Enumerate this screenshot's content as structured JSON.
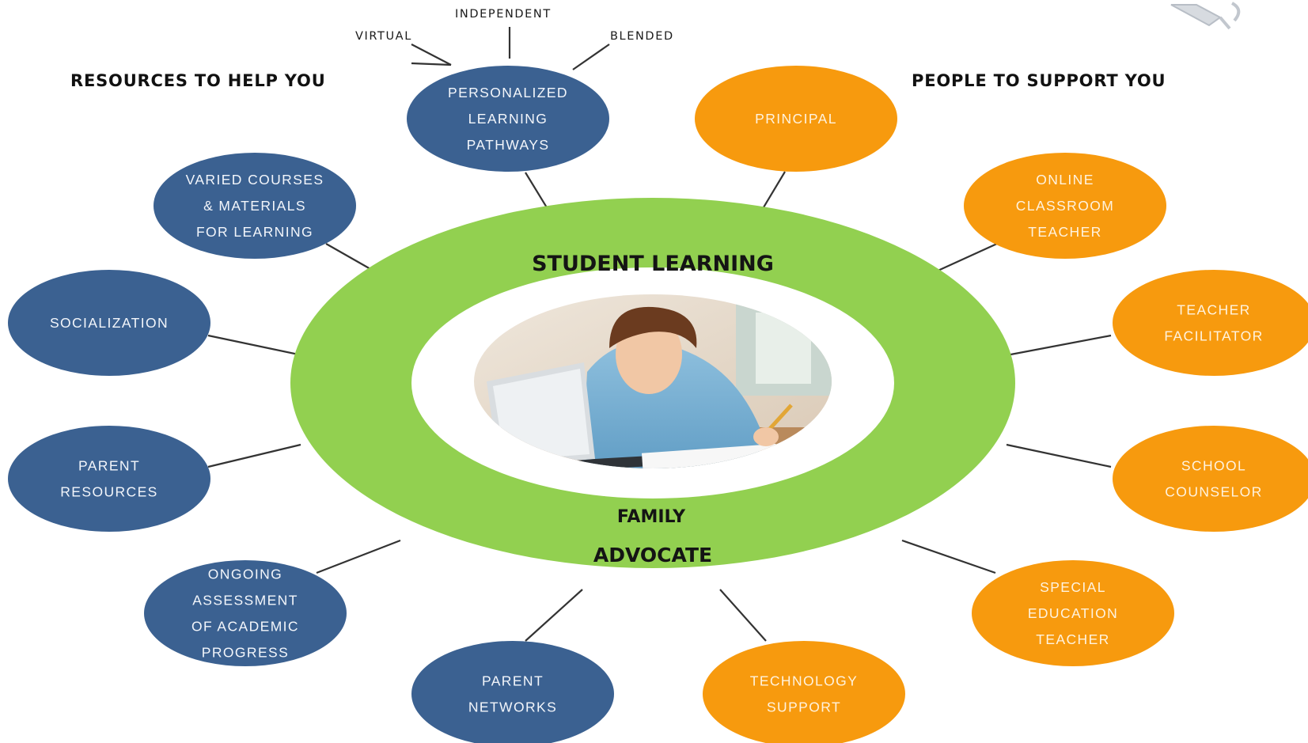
{
  "headings": {
    "left": "RESOURCES TO HELP YOU",
    "right": "PEOPLE TO SUPPORT YOU"
  },
  "modes": {
    "virtual": "VIRTUAL",
    "independent": "INDEPENDENT",
    "blended": "BLENDED"
  },
  "ring": {
    "top": "STUDENT LEARNING",
    "middle": "FAMILY",
    "bottom": "ADVOCATE"
  },
  "resources": [
    {
      "lines": [
        "PERSONALIZED",
        "LEARNING",
        "PATHWAYS"
      ]
    },
    {
      "lines": [
        "VARIED COURSES",
        "& MATERIALS",
        "FOR LEARNING"
      ]
    },
    {
      "lines": [
        "SOCIALIZATION"
      ]
    },
    {
      "lines": [
        "PARENT",
        "RESOURCES"
      ]
    },
    {
      "lines": [
        "ONGOING",
        "ASSESSMENT",
        "OF ACADEMIC",
        "PROGRESS"
      ]
    },
    {
      "lines": [
        "PARENT",
        "NETWORKS"
      ]
    }
  ],
  "people": [
    {
      "lines": [
        "PRINCIPAL"
      ]
    },
    {
      "lines": [
        "ONLINE",
        "CLASSROOM",
        "TEACHER"
      ]
    },
    {
      "lines": [
        "TEACHER",
        "FACILITATOR"
      ]
    },
    {
      "lines": [
        "SCHOOL",
        "COUNSELOR"
      ]
    },
    {
      "lines": [
        "SPECIAL",
        "EDUCATION",
        "TEACHER"
      ]
    },
    {
      "lines": [
        "TECHNOLOGY",
        "SUPPORT"
      ]
    }
  ],
  "colors": {
    "resource": "#3b6191",
    "people": "#f79a0e",
    "ring": "#92d050",
    "background": "#ffffff"
  },
  "center_image": "photo-student-with-laptop",
  "corner_icon": "speaker-icon"
}
